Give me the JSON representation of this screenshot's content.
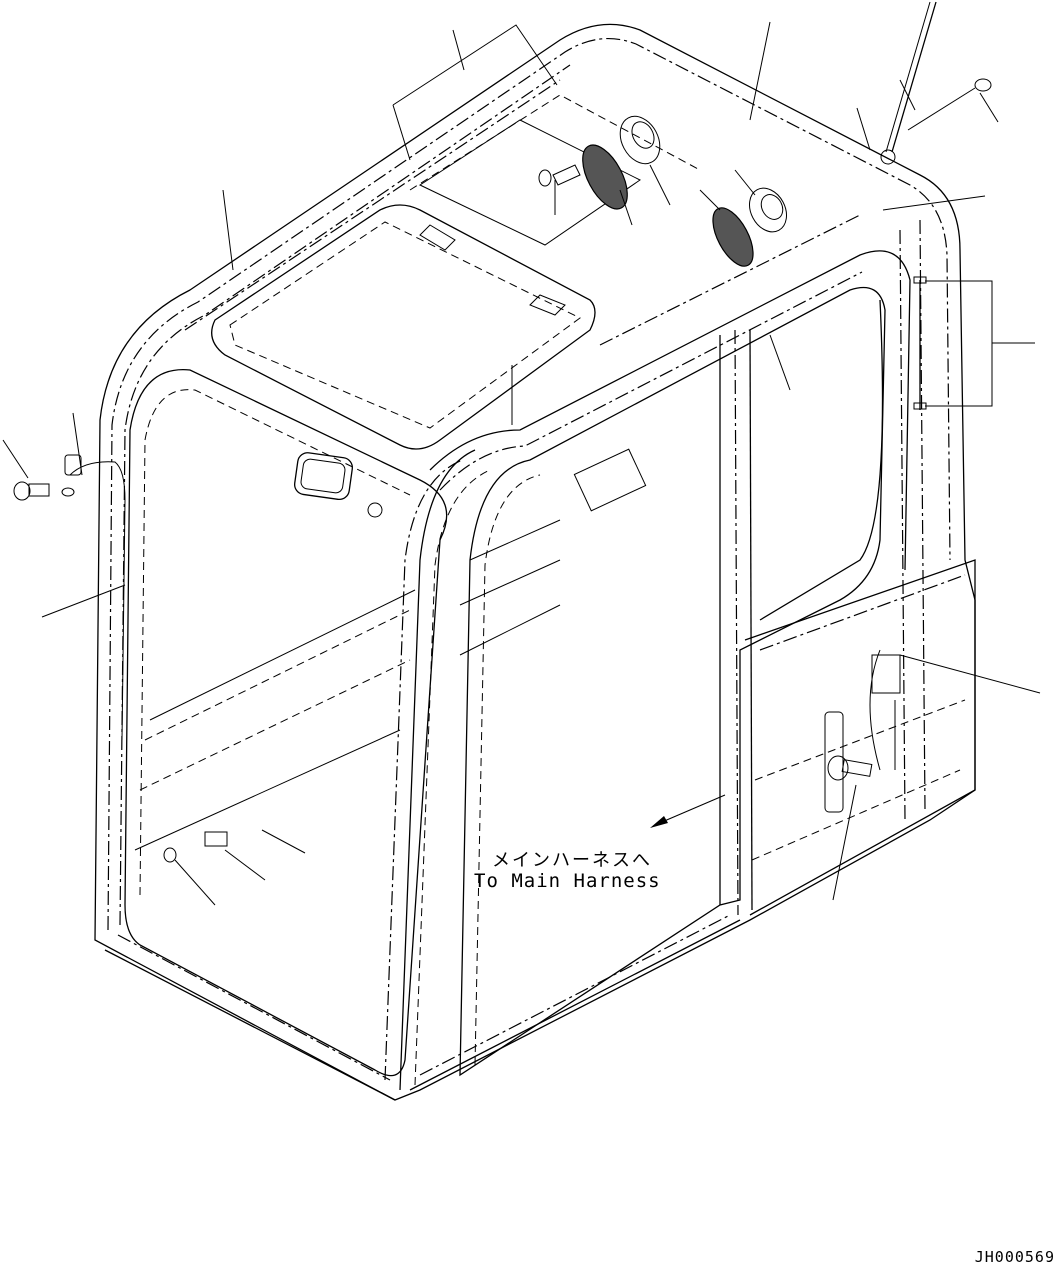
{
  "diagram": {
    "subject": "Operator cab frame with wiring harness, speakers, antenna, dome lamp and connectors (isometric parts drawing)",
    "callout": {
      "label_jp": "メインハーネスへ",
      "label_en": "To Main Harness"
    },
    "drawing_id": "JH000569",
    "colors": {
      "line": "#000000",
      "background": "#ffffff"
    },
    "leader_lines_count": 20,
    "components": [
      "cab-frame",
      "roof-panel",
      "speaker-left",
      "speaker-right",
      "speaker-grille-left",
      "speaker-grille-right",
      "antenna",
      "bolt-top-right",
      "harness-clips-right-pillar",
      "work-lamp",
      "connector-left-pillar",
      "bolt-left",
      "harness-left-pillar",
      "connector-lower-right",
      "ground-bolt-lower-right",
      "floor-connectors"
    ]
  }
}
